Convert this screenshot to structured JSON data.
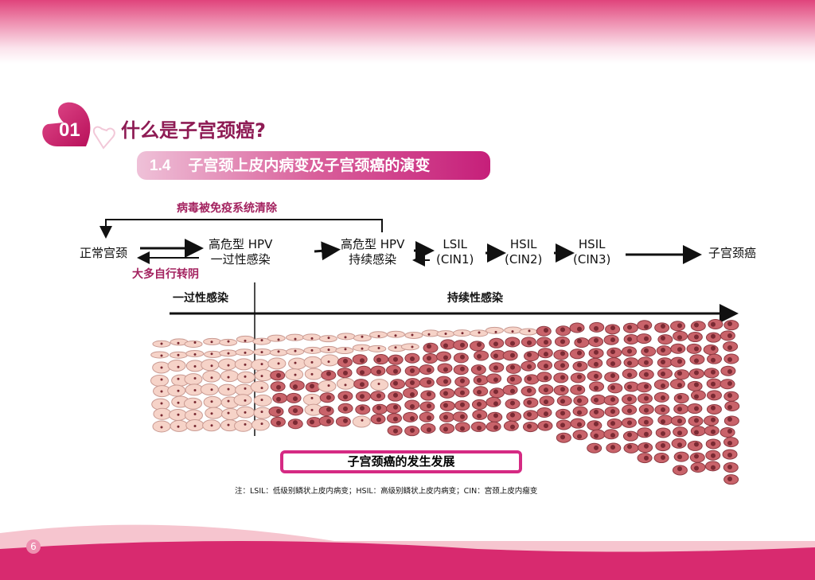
{
  "section": {
    "number": "01",
    "title": "什么是子宫颈癌?"
  },
  "subsection": {
    "number": "1.4",
    "title": "子宫颈上皮内病变及子宫颈癌的演变"
  },
  "flow": {
    "clearance": "病毒被免疫系统清除",
    "normal": "正常宫颈",
    "transient_1": "高危型 HPV",
    "transient_2": "一过性感染",
    "self_resolve": "大多自行转阴",
    "persistent_1": "高危型 HPV",
    "persistent_2": "持续感染",
    "lsil_1": "LSIL",
    "lsil_2": "(CIN1)",
    "hsil2_1": "HSIL",
    "hsil2_2": "(CIN2)",
    "hsil3_1": "HSIL",
    "hsil3_2": "(CIN3)",
    "cancer": "子宫颈癌",
    "phase_transient": "一过性感染",
    "phase_persistent": "持续性感染"
  },
  "figure_caption": "子宫颈癌的发生发展",
  "note": "注：LSIL：低级别鳞状上皮内病变；HSIL：高级别鳞状上皮内病变；CIN：宫颈上皮内瘤变",
  "page_number": "6",
  "colors": {
    "accent": "#d52a83",
    "title": "#8e1b54",
    "cell_normal": "#f6d3c8",
    "cell_abnormal": "#c9636a"
  }
}
